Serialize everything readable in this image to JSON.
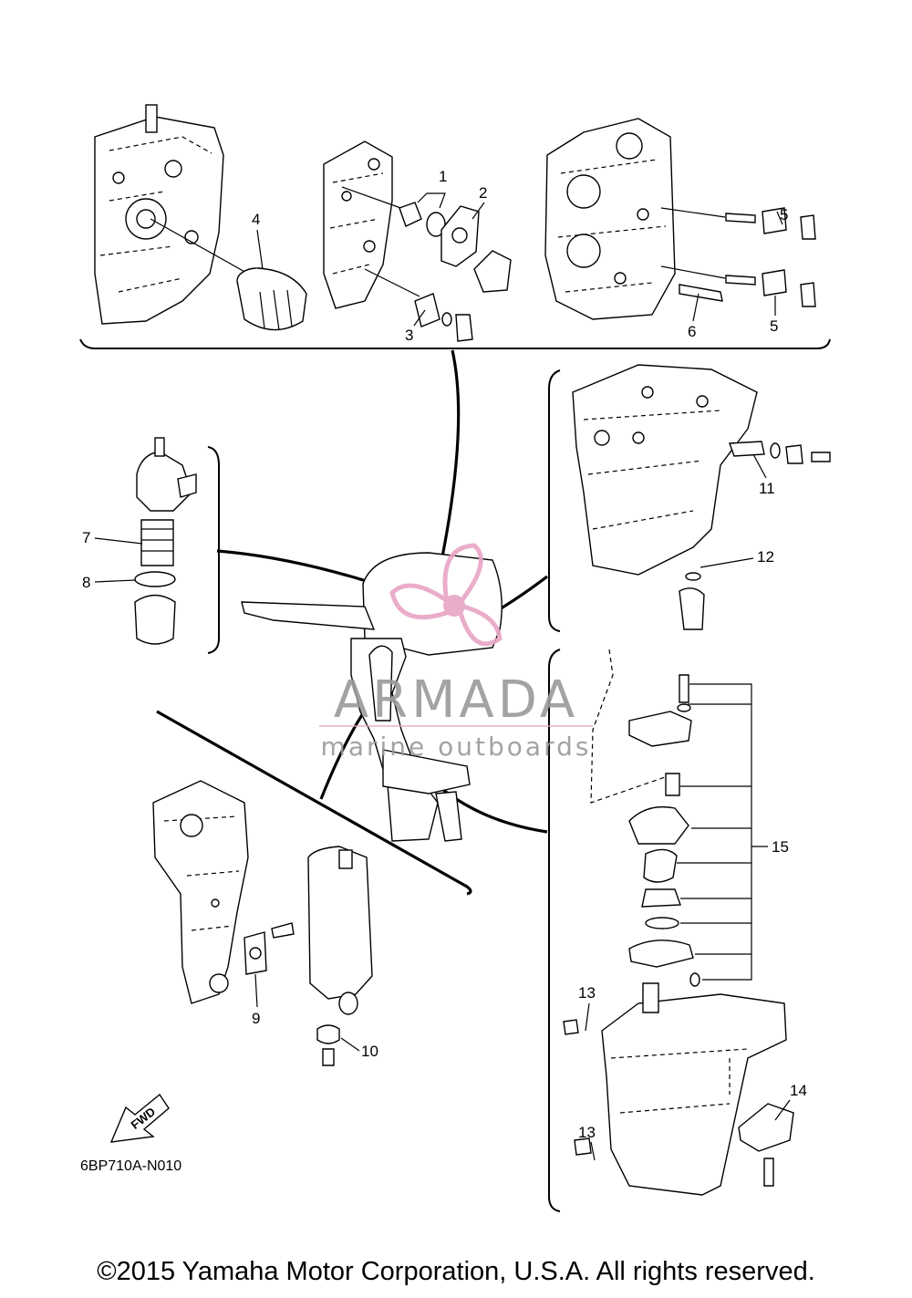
{
  "callouts": {
    "c1": "1",
    "c2": "2",
    "c3": "3",
    "c4": "4",
    "c5a": "5",
    "c5b": "5",
    "c6": "6",
    "c7": "7",
    "c8": "8",
    "c9": "9",
    "c10": "10",
    "c11": "11",
    "c12": "12",
    "c13a": "13",
    "c13b": "13",
    "c14": "14",
    "c15": "15"
  },
  "diagram_code": "6BP710A-N010",
  "fwd_label": "FWD",
  "watermark": {
    "brand": "ARMADA",
    "tagline": "marine outboards",
    "logo": "propeller-logo",
    "color": "#e8a5c4"
  },
  "copyright": "©2015 Yamaha Motor Corporation, U.S.A. All rights reserved."
}
